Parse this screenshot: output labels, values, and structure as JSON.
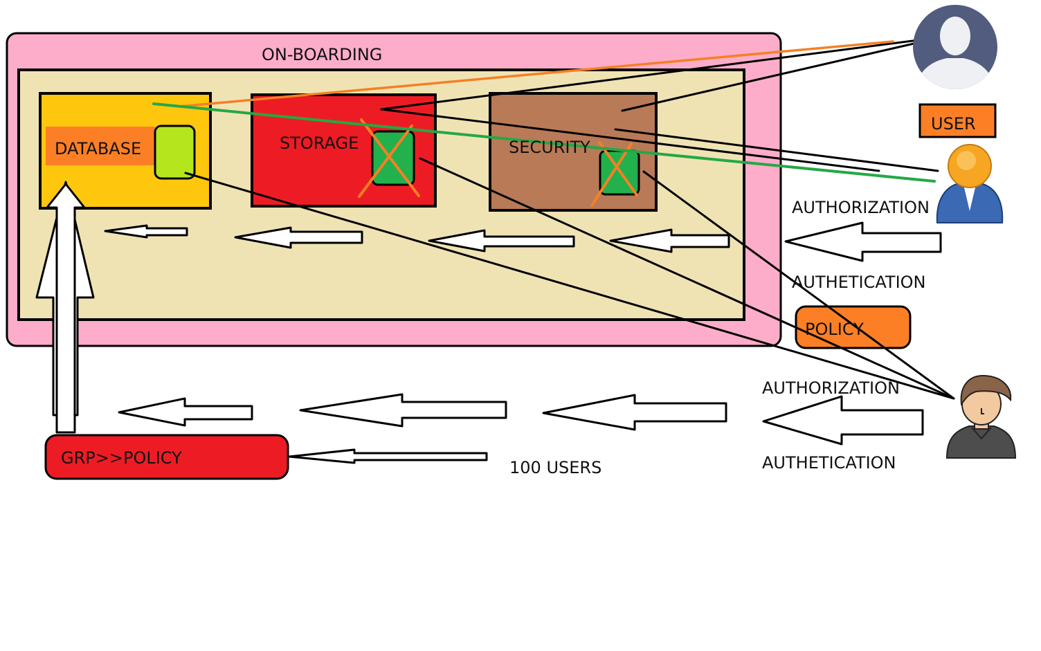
{
  "labels": {
    "onboarding": "ON-BOARDING",
    "database": "DATABASE",
    "storage": "STORAGE",
    "security": "SECURITY",
    "user": "USER",
    "authorization_top": "AUTHORIZATION",
    "authentication_top": "AUTHETICATION",
    "policy": "POLICY",
    "authorization_bottom": "AUTHORIZATION",
    "authentication_bottom": "AUTHETICATION",
    "grp_policy": "GRP>>POLICY",
    "users_count": "100 USERS"
  },
  "colors": {
    "onboarding_bg": "#fdadc9",
    "inner_bg": "#efe3b4",
    "database": "#fec70e",
    "database_label_bg": "#fc7f26",
    "database_chip": "#b5e61d",
    "storage": "#ed1c24",
    "security": "#b97a57",
    "chip_green": "#22b14c",
    "user_tag": "#fc7f26",
    "policy": "#fc7f26",
    "grp_policy": "#ed1c24",
    "line_orange": "#f58024",
    "line_green": "#25a844"
  },
  "icons": {
    "user_top": "user-avatar-icon",
    "user_middle": "businessman-icon",
    "user_bottom": "person-icon"
  }
}
